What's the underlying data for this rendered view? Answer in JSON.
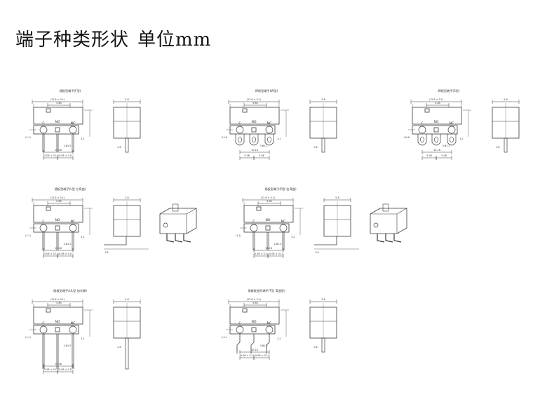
{
  "title": {
    "main": "端子种类形状",
    "unit": "单位mm"
  },
  "colors": {
    "line": "#3a3a3a",
    "text": "#111111"
  },
  "drawings": [
    {
      "id": "d1",
      "view": "standard",
      "caption": "插板型端子(F型)",
      "dim_top": "(12.8 ± 0.1)",
      "dim_mid": "5.85",
      "term_c": "C",
      "term_no": "NO",
      "term_nc": "NC",
      "dim_left": "(1.1)",
      "dim_hole": "2-Φ1.0",
      "dim_pin1": "(5.08 ± 0.1)",
      "dim_pin2": "(5.08 ± 0.1)",
      "side_top": "5.8",
      "side_w": "0.6"
    },
    {
      "id": "d2",
      "view": "lug",
      "caption": "焊线型端子(W型)",
      "dim_top": "(12.8 ± 0.1)",
      "dim_mid": "5.85",
      "term_c": "C",
      "term_no": "NO",
      "term_nc": "NC",
      "dim_left": "3-1.6",
      "dim_hole": "3-Φ1.2",
      "dim_pin1": "5.08",
      "dim_pin2": "5.08",
      "side_top": "5.8",
      "side_w": "0.6"
    },
    {
      "id": "d3",
      "view": "lug2",
      "caption": "焊线型端子(S型)",
      "dim_top": "(12.8 ± 0.1)",
      "dim_mid": "5.85",
      "term_c": "C",
      "term_no": "NO",
      "term_nc": "NC",
      "dim_left": "Φ4.6",
      "dim_hole": "3-Φ1.2",
      "dim_pin1": "5.08",
      "dim_pin2": "5.08",
      "side_top": "5.8",
      "side_w": "0.6"
    },
    {
      "id": "d4",
      "view": "bent-left",
      "caption": "插板型端子(L型 左弯曲)",
      "dim_top": "(12.8 ± 0.1)",
      "dim_mid": "5.85",
      "term_c": "C",
      "term_no": "NO",
      "term_nc": "NC",
      "dim_left": "(1.1)",
      "dim_hole": "2-Φ1.0",
      "dim_pin1": "(5.08 ± 0.1)",
      "dim_pin2": "(5.08 ± 0.1)",
      "side_top": "5.8",
      "side_w": "0.6"
    },
    {
      "id": "d5",
      "view": "bent-right",
      "caption": "插板型端子(R型 右弯曲)",
      "dim_top": "(12.8 ± 0.1)",
      "dim_mid": "5.85",
      "term_c": "C",
      "term_no": "NO",
      "term_nc": "NC",
      "dim_left": "(1.1)",
      "dim_hole": "2-Φ1.0",
      "dim_pin1": "(5.08 ± 0.1)",
      "dim_pin2": "(5.08 ± 0.1)",
      "side_top": "5.8",
      "side_w": "0.6"
    },
    {
      "id": "d6",
      "view": "long",
      "caption": "插板型端子(UL型 加长脚)",
      "dim_top": "(12.8 ± 0.1)",
      "dim_mid": "5.85",
      "term_c": "C",
      "term_no": "NO",
      "term_nc": "NC",
      "dim_left": "(1.1)",
      "dim_hole": "2-Φ1.0",
      "dim_pin1": "(5.08 ± 0.1)",
      "dim_pin2": "(5.08 ± 0.1)",
      "side_top": "5.8",
      "side_w": "0.6"
    },
    {
      "id": "d7",
      "view": "kinked",
      "caption": "插板板变形端子(T型 弯曲型)",
      "dim_top": "(12.8 ± 0.1)",
      "dim_mid": "5.85",
      "term_c": "C",
      "term_no": "NO",
      "term_nc": "NC",
      "dim_left": "2-1.1",
      "dim_hole": "3-Φ1.0",
      "dim_pin1": "(5.08 ± 0.1)",
      "dim_pin2": "(5.08 ± 0.1)",
      "side_top": "5.8",
      "side_w": "0.6"
    }
  ]
}
